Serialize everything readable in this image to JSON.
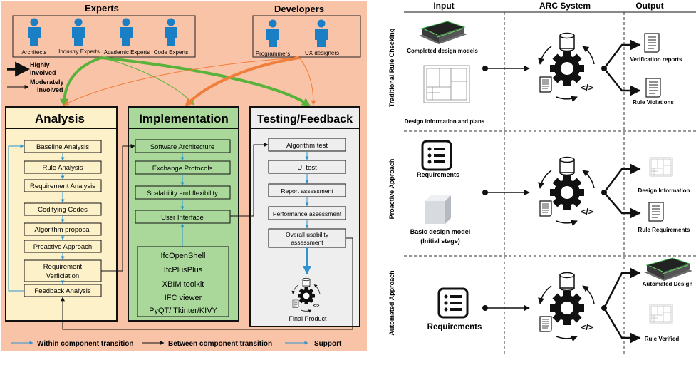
{
  "left": {
    "experts": {
      "title": "Experts",
      "people": [
        "Architects",
        "Industry Experts",
        "Academic Experts",
        "Code Experts"
      ]
    },
    "developers": {
      "title": "Developers",
      "people": [
        "Programmers",
        "UX designers"
      ]
    },
    "legend_involvement": {
      "highly": [
        "Highly",
        "Involved"
      ],
      "moderately": [
        "Moderately",
        "Involved"
      ]
    },
    "analysis": {
      "title": "Analysis",
      "steps": [
        "Baseline Analysis",
        "Rule Analysis",
        "Requirement Analysis",
        "Codifying Codes",
        "Algorithm proposal",
        "Proactive Approach",
        "Requirement",
        "Verficiation",
        "Feedback Analysis"
      ]
    },
    "implementation": {
      "title": "Implementation",
      "steps": [
        "Software Architecture",
        "Exchange Protocols",
        "Scalability and flexibility",
        "User Interface"
      ],
      "tools": [
        "IfcOpenShell",
        "IfcPlusPlus",
        "XBIM toolkit",
        "IFC viewer",
        "PyQT/ Tkinter/KIVY"
      ]
    },
    "testing": {
      "title": "Testing/Feedback",
      "steps": [
        "Algorithm test",
        "UI test",
        "Report assessment",
        "Performance assessment",
        "Overall usability",
        "assessment"
      ],
      "final": "Final Product"
    },
    "legend_transitions": [
      "Within component transition",
      "Between component transition",
      "Support"
    ]
  },
  "right": {
    "headers": [
      "Input",
      "ARC System",
      "Output"
    ],
    "rows": [
      {
        "label": "Traditional Rule Checking",
        "inputs": [
          "Completed design models",
          "Design information and plans"
        ],
        "outputs": [
          "Verification reports",
          "Rule Violations"
        ]
      },
      {
        "label": "Proactive Approach",
        "inputs": [
          "Requirements",
          "Basic design model",
          "(Initial stage)"
        ],
        "outputs": [
          "Design Information",
          "Rule Requirements"
        ]
      },
      {
        "label": "Automated Approach",
        "inputs": [
          "Requirements"
        ],
        "outputs": [
          "Automated Design",
          "Rule Verified"
        ]
      }
    ]
  },
  "colors": {
    "panel_bg": "#f9c3a8",
    "analysis_bg": "#fdf1c9",
    "implementation_bg": "#a9d89a",
    "testing_bg": "#eeeeee",
    "support_blue": "#2e93cf",
    "person_blue": "#1a7fc4",
    "high_green": "#59b33b",
    "orange": "#f07f3c"
  }
}
